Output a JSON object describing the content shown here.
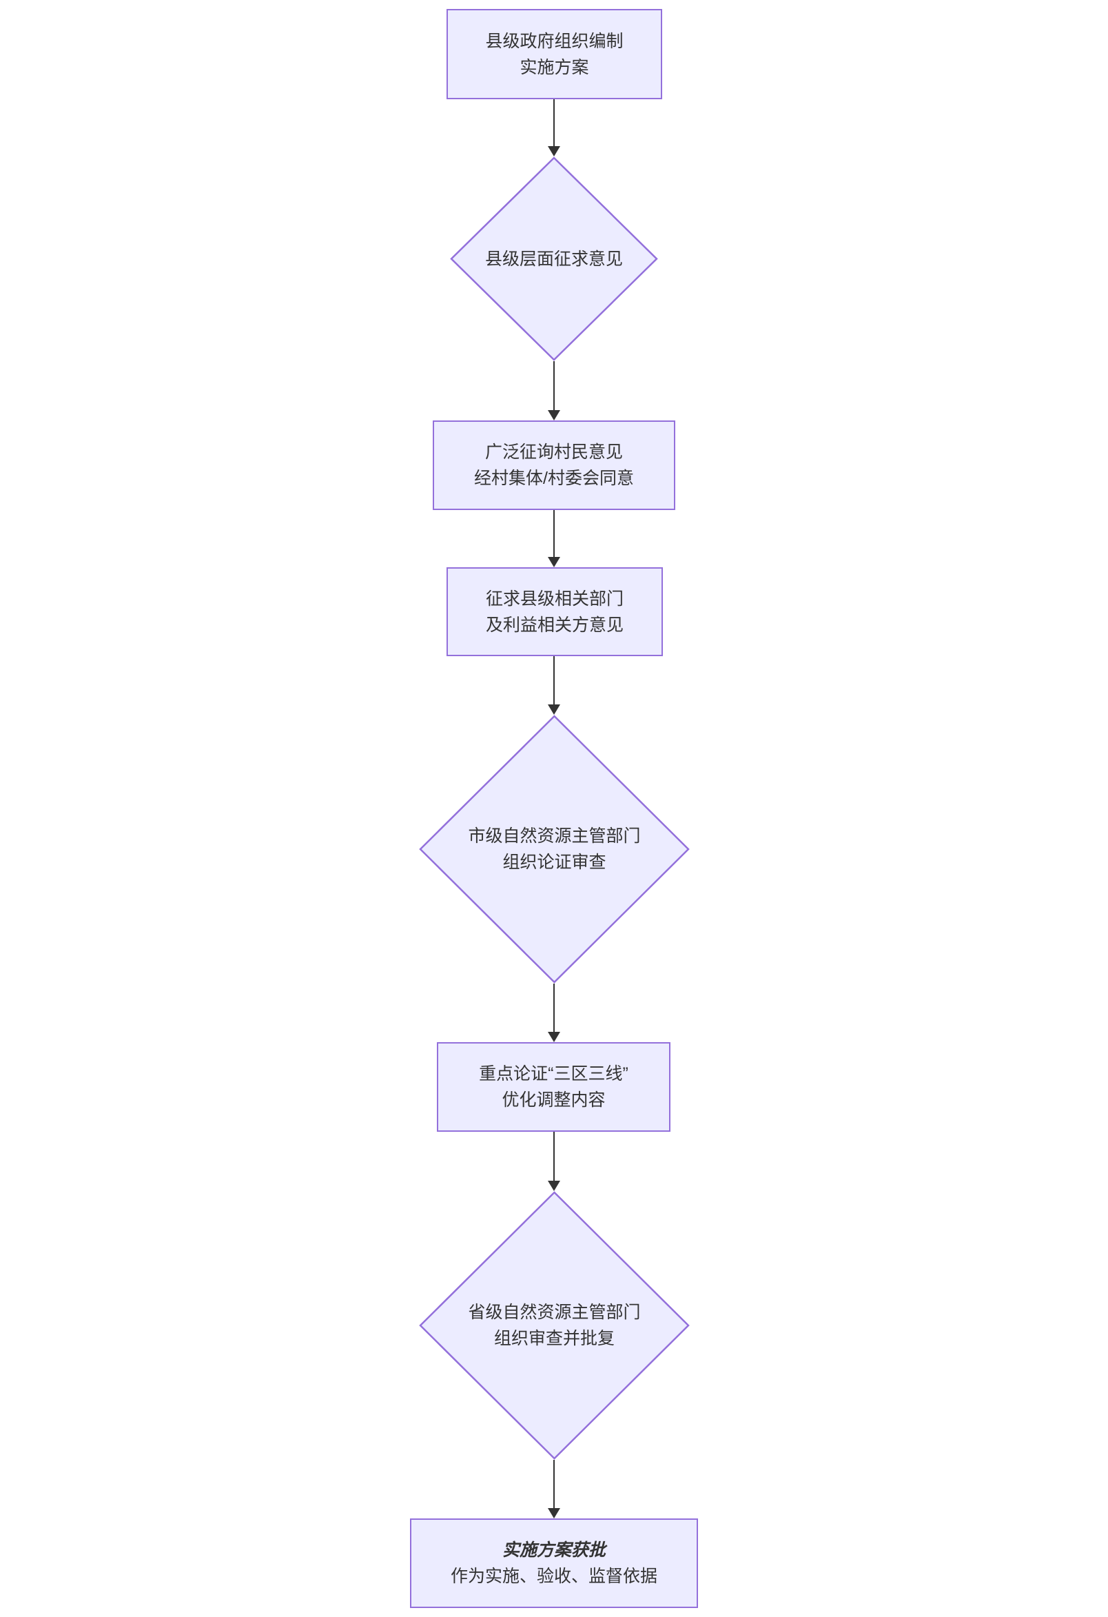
{
  "diagram": {
    "type": "flowchart",
    "direction": "top-down",
    "background_color": "#ffffff",
    "node_fill_color": "#ECECFF",
    "node_border_color": "#9370DB",
    "arrow_color": "#333333",
    "text_color": "#333333",
    "nodes": [
      {
        "id": "county-gov-plan",
        "shape": "rect",
        "lines": [
          "县级政府组织编制",
          "实施方案"
        ]
      },
      {
        "id": "county-consult",
        "shape": "diamond",
        "lines": [
          "县级层面征求意见"
        ]
      },
      {
        "id": "villager-consult",
        "shape": "rect",
        "lines": [
          "广泛征询村民意见",
          "经村集体/村委会同意"
        ]
      },
      {
        "id": "county-dept-consult",
        "shape": "rect",
        "lines": [
          "征求县级相关部门",
          "及利益相关方意见"
        ]
      },
      {
        "id": "city-review",
        "shape": "diamond",
        "lines": [
          "市级自然资源主管部门",
          "组织论证审查"
        ]
      },
      {
        "id": "three-zones-review",
        "shape": "rect",
        "lines": [
          "重点论证“三区三线”",
          "优化调整内容"
        ]
      },
      {
        "id": "province-review",
        "shape": "diamond",
        "lines": [
          "省级自然资源主管部门",
          "组织审查并批复"
        ]
      },
      {
        "id": "plan-approved",
        "shape": "rect",
        "lines": [
          "实施方案获批",
          "作为实施、验收、监督依据"
        ],
        "emphasis_line": 0
      }
    ],
    "edges": [
      {
        "from": "county-gov-plan",
        "to": "county-consult"
      },
      {
        "from": "county-consult",
        "to": "villager-consult"
      },
      {
        "from": "villager-consult",
        "to": "county-dept-consult"
      },
      {
        "from": "county-dept-consult",
        "to": "city-review"
      },
      {
        "from": "city-review",
        "to": "three-zones-review"
      },
      {
        "from": "three-zones-review",
        "to": "province-review"
      },
      {
        "from": "province-review",
        "to": "plan-approved"
      }
    ]
  }
}
